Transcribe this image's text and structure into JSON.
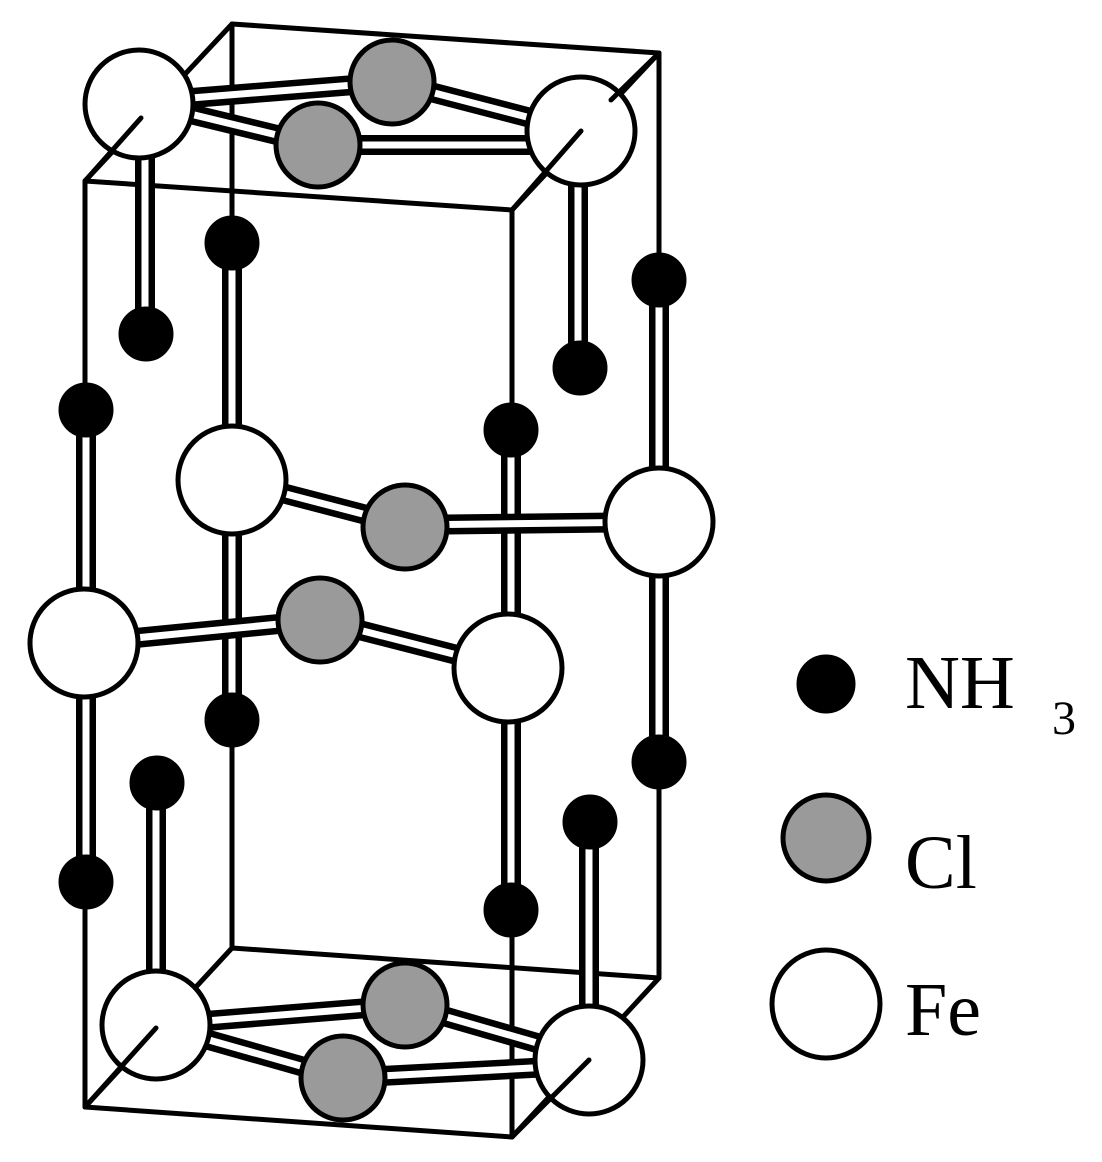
{
  "legend": {
    "nh3": {
      "label_main": "NH",
      "label_sub": "3"
    },
    "cl": {
      "label": "Cl"
    },
    "fe": {
      "label": "Fe"
    }
  },
  "colors": {
    "nh3_fill": "#000000",
    "cl_fill": "#9a9a9a",
    "fe_fill": "#ffffff",
    "stroke": "#000000"
  }
}
